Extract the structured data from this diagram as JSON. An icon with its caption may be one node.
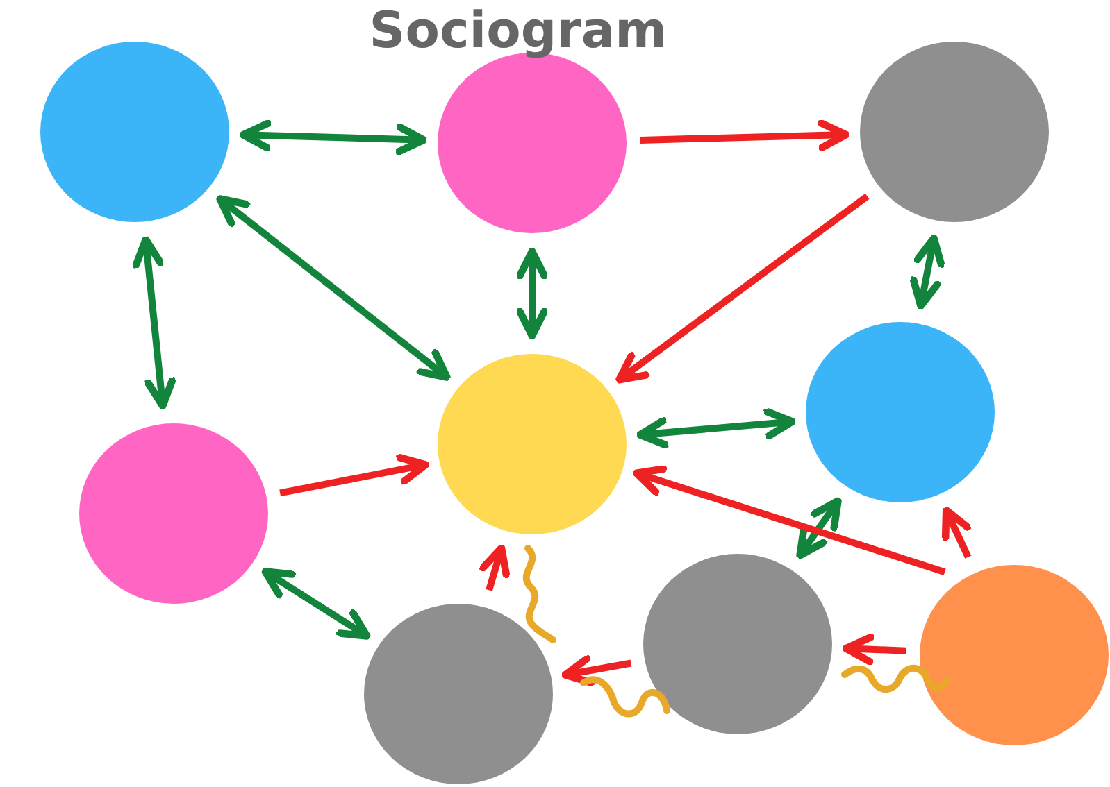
{
  "diagram": {
    "title": "Sociogram",
    "nodes": [
      {
        "text": [],
        "shape": "circle"
      },
      {
        "text": [],
        "shape": "circle"
      },
      {
        "text": [],
        "shape": "circle"
      },
      {
        "text": [],
        "shape": "circle"
      },
      {
        "text": [],
        "shape": "circle"
      },
      {
        "text": [],
        "shape": "circle"
      },
      {
        "text": [],
        "shape": "circle"
      },
      {
        "text": [],
        "shape": "circle"
      },
      {
        "text": [],
        "shape": "circle"
      }
    ],
    "edges": [
      {
        "from": 0,
        "to": 1,
        "arrow": "both",
        "color": "#12843c"
      },
      {
        "from": 1,
        "to": 2,
        "arrow": "to",
        "color": "#ee2222"
      },
      {
        "from": 0,
        "to": 3,
        "arrow": "both",
        "color": "#12843c"
      },
      {
        "from": 1,
        "to": 3,
        "arrow": "both",
        "color": "#12843c"
      },
      {
        "from": 2,
        "to": 3,
        "arrow": "to",
        "color": "#ee2222"
      },
      {
        "from": 2,
        "to": 4,
        "arrow": "both",
        "color": "#12843c"
      },
      {
        "from": 0,
        "to": 5,
        "arrow": "both",
        "color": "#12843c"
      },
      {
        "from": 5,
        "to": 3,
        "arrow": "to",
        "color": "#ee2222"
      },
      {
        "from": 3,
        "to": 4,
        "arrow": "both",
        "color": "#12843c"
      },
      {
        "from": 4,
        "to": 7,
        "arrow": "both",
        "color": "#12843c"
      },
      {
        "from": 8,
        "to": 3,
        "arrow": "to",
        "color": "#ee2222"
      },
      {
        "from": 8,
        "to": 4,
        "arrow": "to",
        "color": "#ee2222"
      },
      {
        "from": 8,
        "to": 7,
        "arrow": "to",
        "color": "#ee2222"
      },
      {
        "from": 7,
        "to": 6,
        "arrow": "to",
        "color": "#ee2222"
      },
      {
        "from": 6,
        "to": 3,
        "arrow": "to",
        "color": "#ee2222"
      },
      {
        "from": 5,
        "to": 6,
        "arrow": "both",
        "color": "#12843c"
      }
    ]
  }
}
